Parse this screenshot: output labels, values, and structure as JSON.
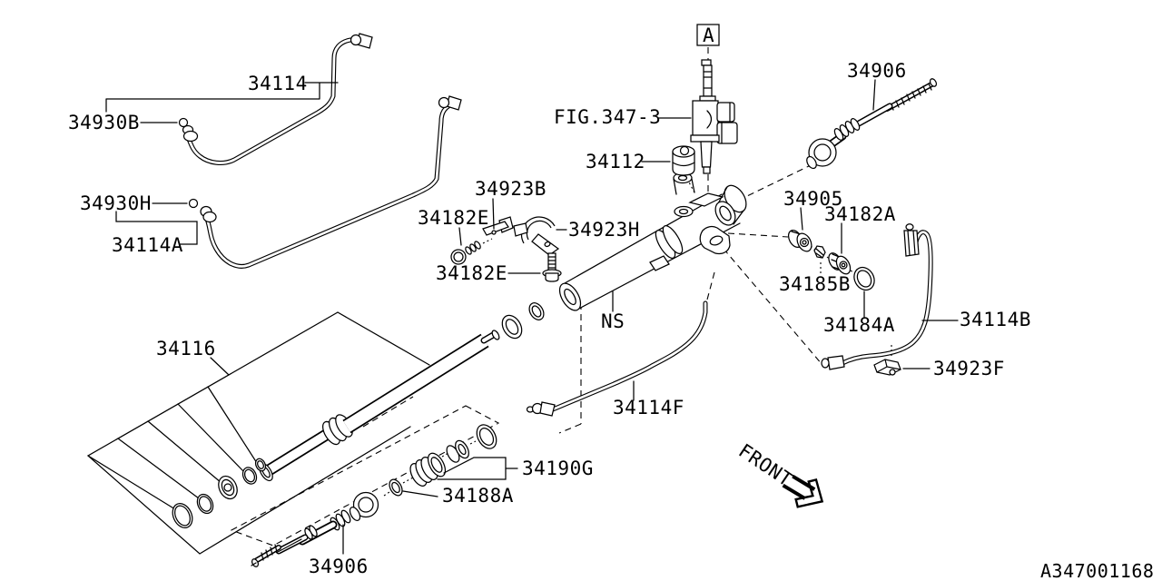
{
  "labels": {
    "pipe_upper": "34114",
    "grommet_upper": "34930B",
    "grommet_lower": "34930H",
    "pipe_lower": "34114A",
    "figure_ref": "FIG.347-3",
    "view_marker": "A",
    "damper_bushing": "34112",
    "tie_rod_right": "34906",
    "clamp_bracket": "34923B",
    "bolt_upper": "34182E",
    "clamp_band": "34923H",
    "bolt_lower": "34182E",
    "stopper": "34905",
    "bushing_a": "34182A",
    "lock_nut": "34185B",
    "seal_ring": "34184A",
    "pipe_b": "34114B",
    "clamp_f": "34923F",
    "not_supplied": "NS",
    "rack_housing_kit": "34116",
    "pipe_f": "34114F",
    "valve_kit": "34190G",
    "washer": "34188A",
    "tie_rod_left": "34906",
    "front_direction": "FRONT",
    "doc_number": "A347001168"
  }
}
